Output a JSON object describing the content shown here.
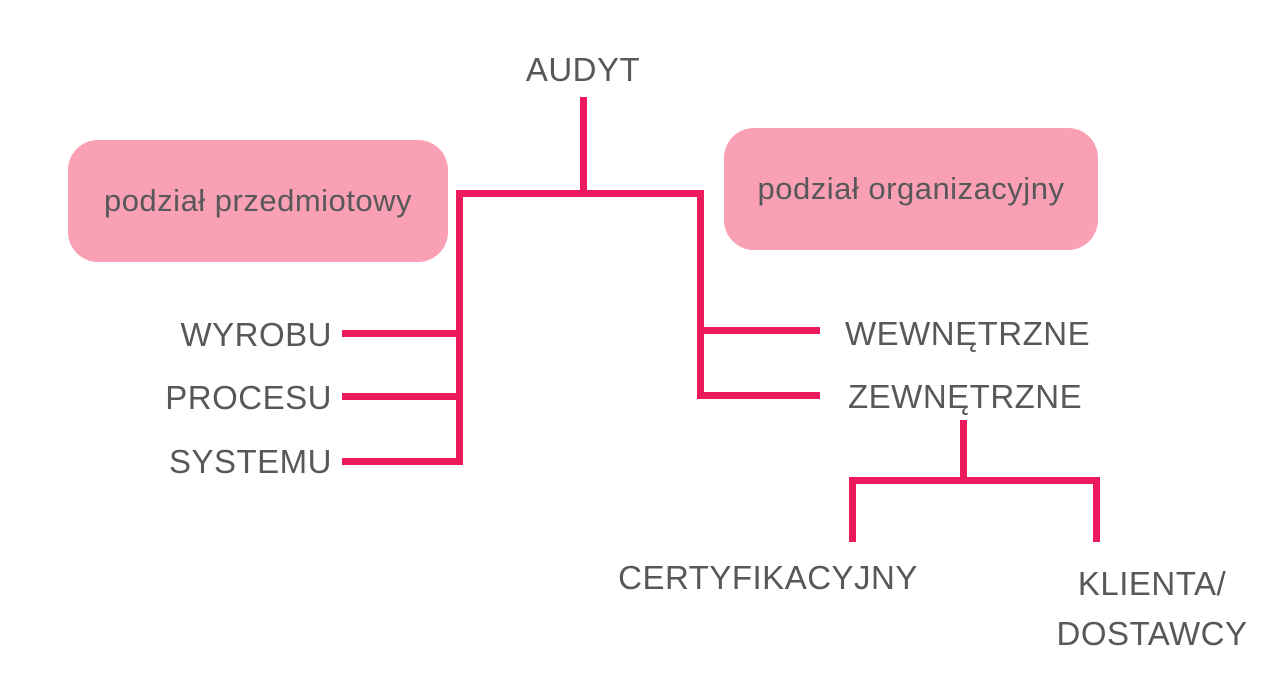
{
  "diagram": {
    "root_label": "AUDYT",
    "colors": {
      "line": "#ED1A5D",
      "category_fill": "#F9A0B5",
      "label_text": "#58585A",
      "background": "#FFFFFF"
    },
    "left_branch": {
      "category": "podział przedmiotowy",
      "items": [
        "WYROBU",
        "PROCESU",
        "SYSTEMU"
      ]
    },
    "right_branch": {
      "category": "podział organizacyjny",
      "items": [
        "WEWNĘTRZNE",
        "ZEWNĘTRZNE"
      ],
      "external_children": [
        {
          "label": "CERTYFIKACYJNY"
        },
        {
          "label_line1": "KLIENTA/",
          "label_line2": "DOSTAWCY"
        }
      ]
    }
  }
}
